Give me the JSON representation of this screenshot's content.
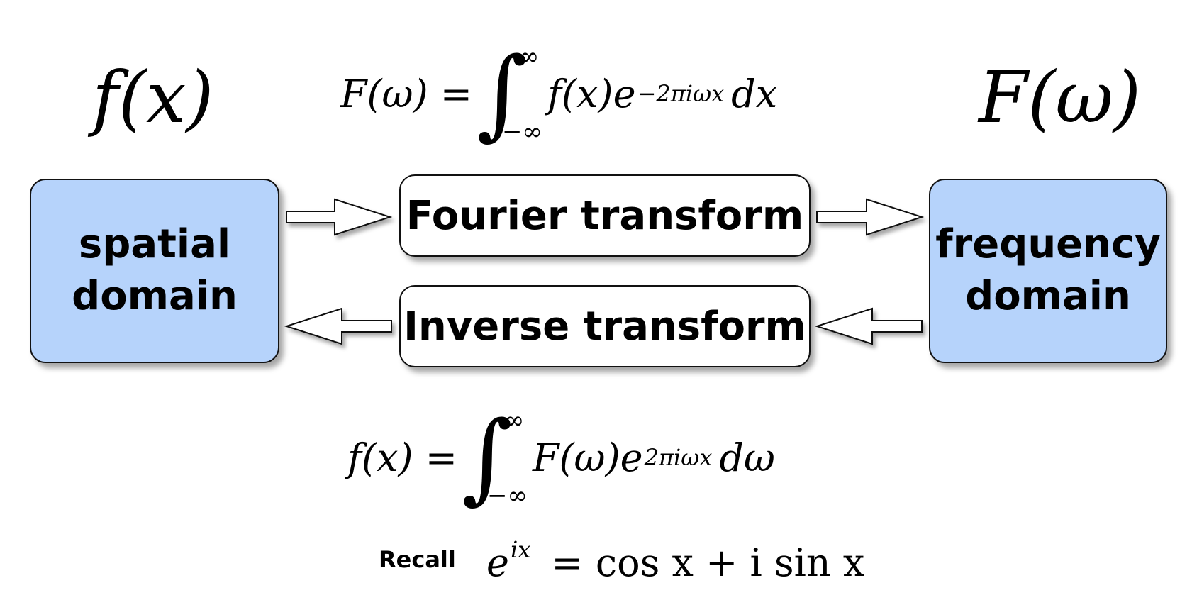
{
  "header": {
    "left_symbol": "f(x)",
    "right_symbol": "F(ω)"
  },
  "forward_formula": {
    "lhs": "F(ω) =",
    "upper": "∞",
    "lower": "−∞",
    "integrand": "f(x)e",
    "exponent": "−2πiωx",
    "differential": "dx"
  },
  "inverse_formula": {
    "lhs": "f(x) =",
    "upper": "∞",
    "lower": "−∞",
    "integrand": "F(ω)e",
    "exponent": "2πiωx",
    "differential": "dω"
  },
  "boxes": {
    "spatial": {
      "line1": "spatial",
      "line2": "domain",
      "color": "#b6d3fb"
    },
    "frequency": {
      "line1": "frequency",
      "line2": "domain",
      "color": "#b6d3fb"
    },
    "fourier": "Fourier transform",
    "inverse": "Inverse transform"
  },
  "recall": {
    "label": "Recall",
    "base": "e",
    "exponent": "ix",
    "rhs": "= cos x + i sin x"
  }
}
